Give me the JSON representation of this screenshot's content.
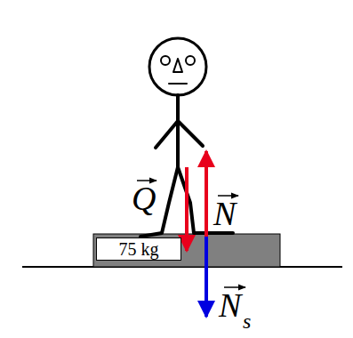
{
  "diagram": {
    "nodes": [
      {
        "text": [
          "75 kg"
        ]
      }
    ],
    "labels": [
      "Q",
      "N",
      "N",
      "s"
    ]
  }
}
